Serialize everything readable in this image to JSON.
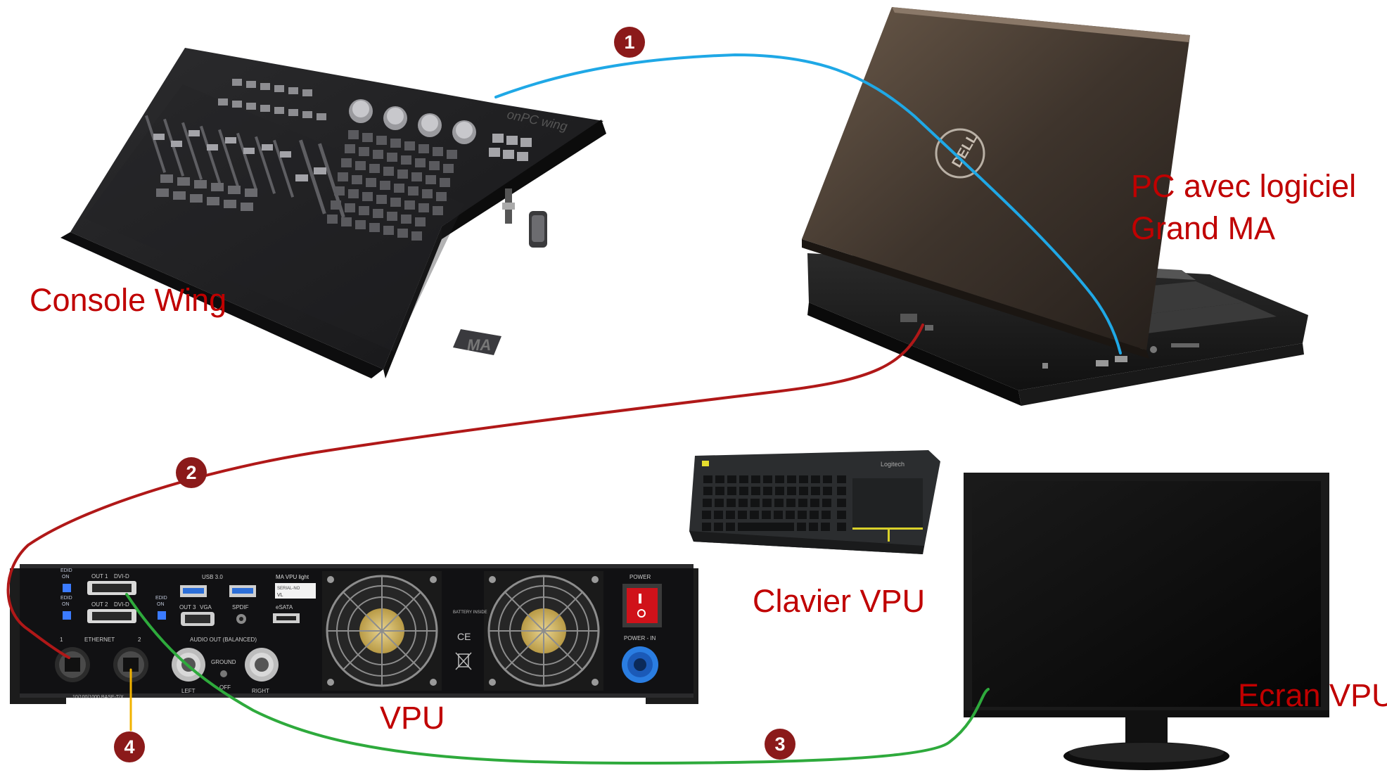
{
  "colors": {
    "label": "#c00000",
    "badge": "#8b1a1a",
    "cable1": "#1fa8e6",
    "cable2": "#b01818",
    "cable3": "#2eaa3c",
    "cable4": "#f2b300"
  },
  "labels": {
    "console_wing": "Console Wing",
    "pc_line1": "PC avec logiciel",
    "pc_line2": "Grand MA",
    "clavier": "Clavier VPU",
    "vpu": "VPU",
    "ecran": "Ecran VPU"
  },
  "badges": {
    "cable1": "1",
    "cable2": "2",
    "cable3": "3",
    "cable4": "4"
  },
  "vpu_panel": {
    "edid_on": "EDID ON",
    "edid_line1": "EDID",
    "edid_line2": "ON",
    "out1": "OUT 1",
    "out2": "OUT 2",
    "out3": "OUT 3",
    "dvi_d": "DVI-D",
    "vga": "VGA",
    "usb30": "USB 3.0",
    "spdif": "SPDIF",
    "model": "MA VPU light",
    "serial": "SERIAL-NO",
    "serial_value": "VL",
    "esata": "eSATA",
    "ethernet": "ETHERNET",
    "eth_port1": "1",
    "eth_port2": "2",
    "eth_speed": "10/100/1000 BASE-T/X",
    "audio_out": "AUDIO OUT (BALANCED)",
    "left": "LEFT",
    "right": "RIGHT",
    "ground": "GROUND",
    "off": "OFF",
    "power": "POWER",
    "power_in": "POWER - IN",
    "battery": "BATTERY INSIDE",
    "ce": "CE"
  },
  "keyboard_brand": "Logitech",
  "laptop_brand": "DELL",
  "console_brand": "MA",
  "console_wing_mark": "onPC wing"
}
